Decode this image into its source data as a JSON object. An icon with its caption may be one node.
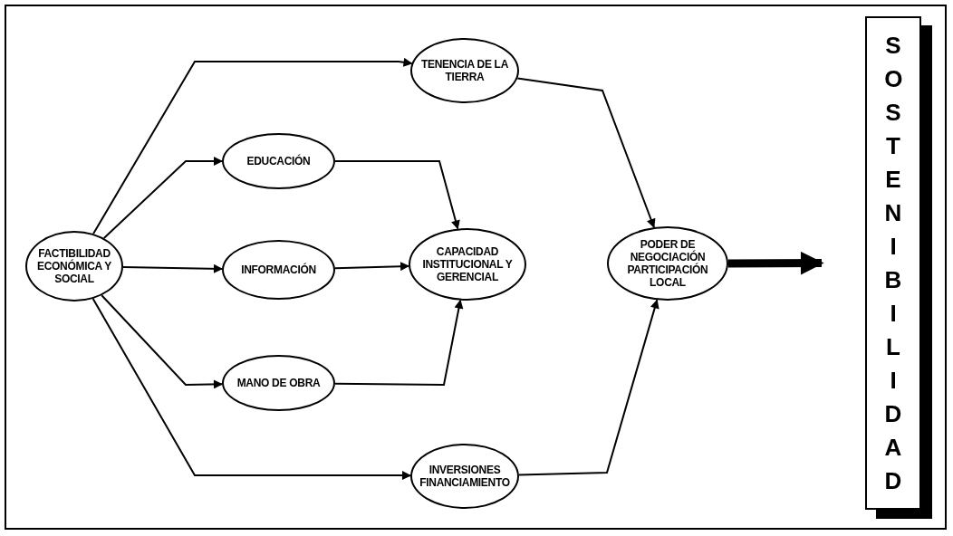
{
  "diagram": {
    "nodes": [
      {
        "text": [
          "FACTIBILIDAD ECONÓMICA Y SOCIAL"
        ]
      },
      {
        "text": [
          "TENENCIA DE LA TIERRA"
        ]
      },
      {
        "text": [
          "EDUCACIÓN"
        ]
      },
      {
        "text": [
          "INFORMACIÓN"
        ]
      },
      {
        "text": [
          "MANO DE OBRA"
        ]
      },
      {
        "text": [
          "CAPACIDAD INSTITUCIONAL Y GERENCIAL"
        ]
      },
      {
        "text": [
          "INVERSIONES FINANCIAMIENTO"
        ]
      },
      {
        "text": [
          "PODER DE NEGOCIACIÓN PARTICIPACIÓN LOCAL"
        ]
      },
      {
        "text": [
          "SOSTENIBILIDAD"
        ]
      }
    ],
    "edges": [
      {
        "from": 0,
        "to": 1,
        "arrow": "to"
      },
      {
        "from": 0,
        "to": 2,
        "arrow": "to"
      },
      {
        "from": 0,
        "to": 3,
        "arrow": "to"
      },
      {
        "from": 0,
        "to": 4,
        "arrow": "to"
      },
      {
        "from": 0,
        "to": 6,
        "arrow": "to"
      },
      {
        "from": 2,
        "to": 5,
        "arrow": "to"
      },
      {
        "from": 3,
        "to": 5,
        "arrow": "to"
      },
      {
        "from": 4,
        "to": 5,
        "arrow": "to"
      },
      {
        "from": 1,
        "to": 7,
        "arrow": "to"
      },
      {
        "from": 6,
        "to": 7,
        "arrow": "to"
      },
      {
        "from": 7,
        "to": 8,
        "arrow": "to",
        "style": "thick"
      }
    ]
  }
}
